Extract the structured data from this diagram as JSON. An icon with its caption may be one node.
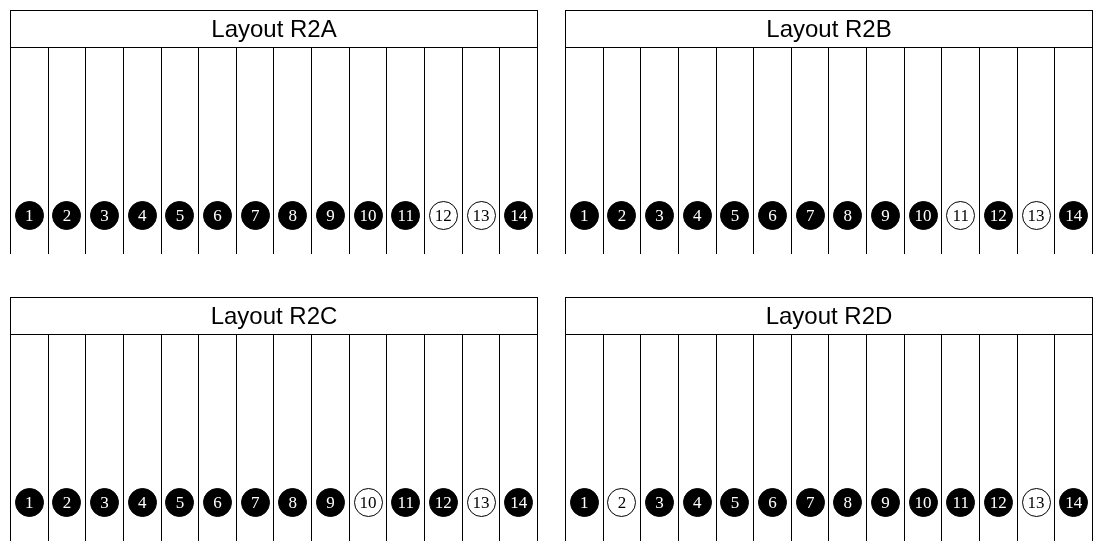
{
  "diagram": {
    "nodes": [
      {
        "text": [
          "Layout R2A"
        ]
      },
      {
        "text": [
          "1"
        ],
        "in": 0
      },
      {
        "text": [
          "2"
        ],
        "in": 0
      },
      {
        "text": [
          "3"
        ],
        "in": 0
      },
      {
        "text": [
          "4"
        ],
        "in": 0
      },
      {
        "text": [
          "5"
        ],
        "in": 0
      },
      {
        "text": [
          "6"
        ],
        "in": 0
      },
      {
        "text": [
          "7"
        ],
        "in": 0
      },
      {
        "text": [
          "8"
        ],
        "in": 0
      },
      {
        "text": [
          "9"
        ],
        "in": 0
      },
      {
        "text": [
          "10"
        ],
        "in": 0
      },
      {
        "text": [
          "11"
        ],
        "in": 0
      },
      {
        "text": [
          "12"
        ],
        "in": 0
      },
      {
        "text": [
          "13"
        ],
        "in": 0
      },
      {
        "text": [
          "14"
        ],
        "in": 0
      },
      {
        "text": [
          "Layout R2B"
        ]
      },
      {
        "text": [
          "1"
        ],
        "in": 15
      },
      {
        "text": [
          "2"
        ],
        "in": 15
      },
      {
        "text": [
          "3"
        ],
        "in": 15
      },
      {
        "text": [
          "4"
        ],
        "in": 15
      },
      {
        "text": [
          "5"
        ],
        "in": 15
      },
      {
        "text": [
          "6"
        ],
        "in": 15
      },
      {
        "text": [
          "7"
        ],
        "in": 15
      },
      {
        "text": [
          "8"
        ],
        "in": 15
      },
      {
        "text": [
          "9"
        ],
        "in": 15
      },
      {
        "text": [
          "10"
        ],
        "in": 15
      },
      {
        "text": [
          "11"
        ],
        "in": 15
      },
      {
        "text": [
          "12"
        ],
        "in": 15
      },
      {
        "text": [
          "13"
        ],
        "in": 15
      },
      {
        "text": [
          "14"
        ],
        "in": 15
      },
      {
        "text": [
          "Layout R2C"
        ]
      },
      {
        "text": [
          "1"
        ],
        "in": 30
      },
      {
        "text": [
          "2"
        ],
        "in": 30
      },
      {
        "text": [
          "3"
        ],
        "in": 30
      },
      {
        "text": [
          "4"
        ],
        "in": 30
      },
      {
        "text": [
          "5"
        ],
        "in": 30
      },
      {
        "text": [
          "6"
        ],
        "in": 30
      },
      {
        "text": [
          "7"
        ],
        "in": 30
      },
      {
        "text": [
          "8"
        ],
        "in": 30
      },
      {
        "text": [
          "9"
        ],
        "in": 30
      },
      {
        "text": [
          "10"
        ],
        "in": 30
      },
      {
        "text": [
          "11"
        ],
        "in": 30
      },
      {
        "text": [
          "12"
        ],
        "in": 30
      },
      {
        "text": [
          "13"
        ],
        "in": 30
      },
      {
        "text": [
          "14"
        ],
        "in": 30
      },
      {
        "text": [
          "Layout R2D"
        ]
      },
      {
        "text": [
          "1"
        ],
        "in": 45
      },
      {
        "text": [
          "2"
        ],
        "in": 45
      },
      {
        "text": [
          "3"
        ],
        "in": 45
      },
      {
        "text": [
          "4"
        ],
        "in": 45
      },
      {
        "text": [
          "5"
        ],
        "in": 45
      },
      {
        "text": [
          "6"
        ],
        "in": 45
      },
      {
        "text": [
          "7"
        ],
        "in": 45
      },
      {
        "text": [
          "8"
        ],
        "in": 45
      },
      {
        "text": [
          "9"
        ],
        "in": 45
      },
      {
        "text": [
          "10"
        ],
        "in": 45
      },
      {
        "text": [
          "11"
        ],
        "in": 45
      },
      {
        "text": [
          "12"
        ],
        "in": 45
      },
      {
        "text": [
          "13"
        ],
        "in": 45
      },
      {
        "text": [
          "14"
        ],
        "in": 45
      }
    ]
  }
}
